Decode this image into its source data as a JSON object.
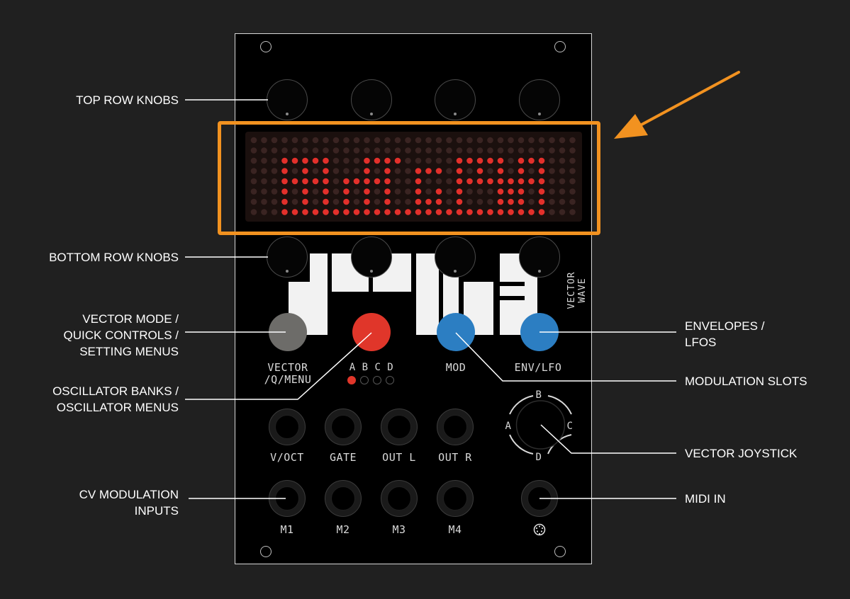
{
  "colors": {
    "background": "#202020",
    "highlight": "#f29220",
    "red_button": "#e0362a",
    "blue_button": "#2c7ec2",
    "grey_button": "#6d6c69",
    "led_on": "#e3302b",
    "led_off": "#3a2422"
  },
  "callouts": {
    "top_row_knobs": "TOP ROW KNOBS",
    "bottom_row_knobs": "BOTTOM ROW KNOBS",
    "vector_mode": "VECTOR MODE /\nQUICK CONTROLS /\nSETTING MENUS",
    "oscillator_banks": "OSCILLATOR BANKS /\nOSCILLATOR MENUS",
    "cv_modulation": "CV MODULATION\nINPUTS",
    "envelopes": "ENVELOPES /\nLFOS",
    "modulation_slots": "MODULATION SLOTS",
    "vector_joystick": "VECTOR JOYSTICK",
    "midi_in": "MIDI IN"
  },
  "panel": {
    "brand_text": "VECTOR WAVE",
    "button_labels": {
      "vector": "VECTOR\n/Q/MENU",
      "banks": "A B C D",
      "mod": "MOD",
      "env_lfo": "ENV/LFO"
    },
    "joystick_letters": {
      "top": "B",
      "left": "A",
      "right": "C",
      "bottom": "D"
    },
    "jack_labels_row1": [
      "V/OCT",
      "GATE",
      "OUT L",
      "OUT R"
    ],
    "jack_labels_row2": [
      "M1",
      "M2",
      "M3",
      "M4"
    ],
    "midi_icon": "midi-din-icon",
    "active_bank": "A"
  }
}
